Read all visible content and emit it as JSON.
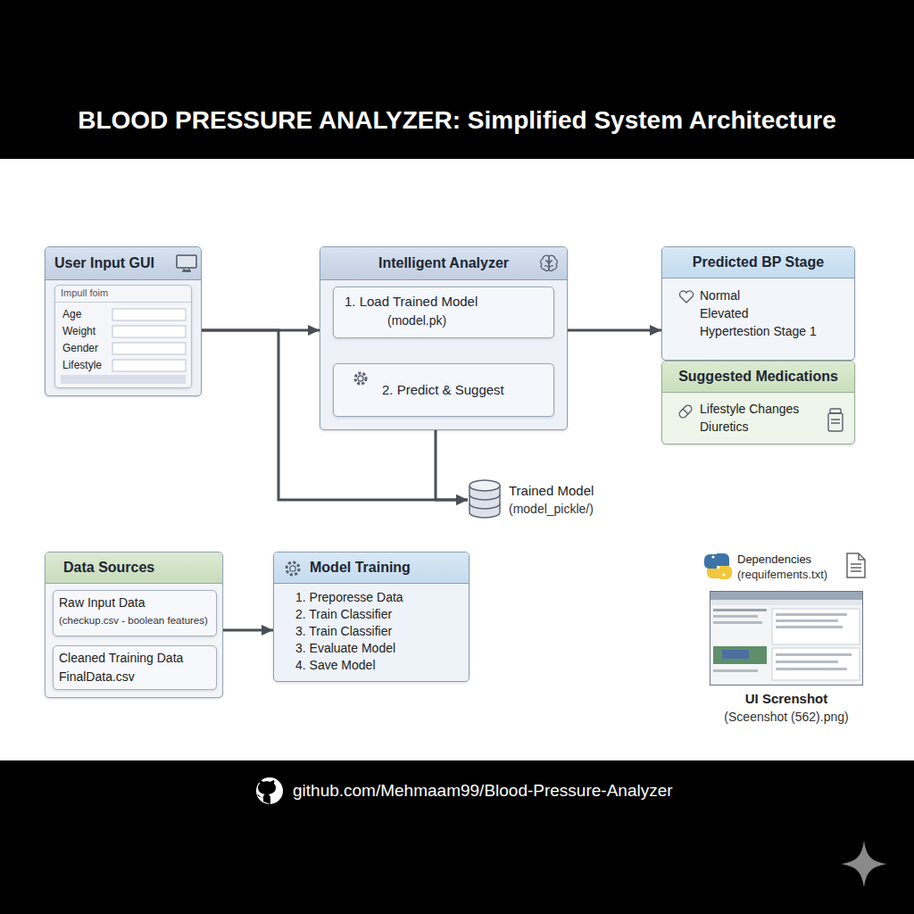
{
  "diagram": {
    "title": "BLOOD PRESSURE ANALYZER: Simplified System Architecture",
    "caption": "github.com/Mehmaam99/Blood-Pressure-Analyzer",
    "nodes": [
      {
        "text": [
          "User Input GUI"
        ]
      },
      {
        "text": [
          "Impull foim",
          "Age",
          "Weight",
          "Gender",
          "Lifestyle"
        ],
        "in": 0
      },
      {
        "text": [
          "Intelligent Analyzer"
        ]
      },
      {
        "text": [
          "1. Load Trained Model",
          "(model.pk)"
        ],
        "in": 2
      },
      {
        "text": [
          "2. Predict & Suggest"
        ],
        "in": 2
      },
      {
        "text": [
          "Predicted BP Stage",
          "Normal",
          "Elevated",
          "Hypertestion Stage 1"
        ]
      },
      {
        "text": [
          "Suggested Medications",
          "Lifestyle Changes",
          "Diuretics"
        ]
      },
      {
        "text": [
          "Trained Model",
          "(model_pickle/)"
        ]
      },
      {
        "text": [
          "Data Sources"
        ]
      },
      {
        "text": [
          "Raw Input Data",
          "(checkup.csv - boolean features)"
        ],
        "in": 8
      },
      {
        "text": [
          "Cleaned Training Data",
          "FinalData.csv"
        ],
        "in": 8
      },
      {
        "text": [
          "Model Training",
          "1. Preporesse Data",
          "2. Train Classifier",
          "3. Train Classifier",
          "3. Evaluate Model",
          "4. Save Model"
        ]
      },
      {
        "text": [
          "UI Screnshot",
          "(Sceenshot (562).png)"
        ]
      }
    ],
    "edges": [
      {
        "from": 0,
        "to": 2,
        "arrow": "to"
      },
      {
        "from": 2,
        "to": 5,
        "arrow": "to"
      },
      {
        "from": 0,
        "to": 7,
        "arrow": "to"
      },
      {
        "from": 2,
        "to": 7,
        "arrow": "to"
      },
      {
        "from": 8,
        "to": 11,
        "arrow": "to"
      }
    ],
    "labels": [
      "Dependencies",
      "(requifements.txt)"
    ]
  }
}
